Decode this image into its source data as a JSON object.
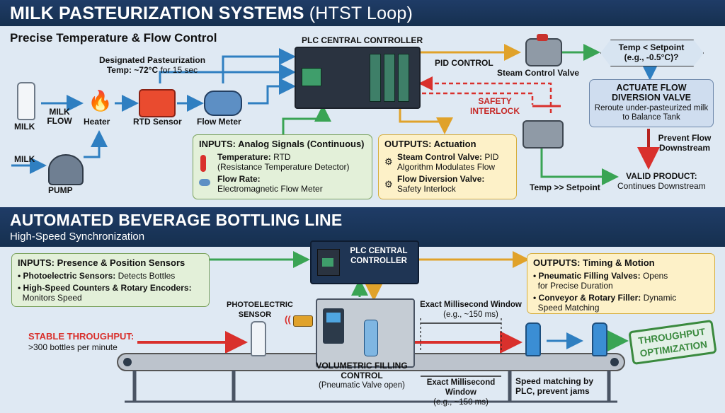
{
  "pasteurization": {
    "title": "MILK PASTEURIZATION SYSTEMS",
    "title_suffix": "(HTST Loop)",
    "subtitle": "Precise Temperature & Flow Control",
    "designated_label": "Designated Pasteurization",
    "designated_temp": "Temp: ~72°C",
    "designated_time": "for 15 sec",
    "milk_bottle_label": "MILK",
    "milk_flow_label": "MILK FLOW",
    "heater_label": "Heater",
    "rtd_label": "RTD Sensor",
    "flow_meter_label": "Flow Meter",
    "milk_in_label": "MILK",
    "pump_label": "PUMP",
    "plc_label": "PLC CENTRAL CONTROLLER",
    "pid_label": "PID CONTROL",
    "steam_valve_label": "Steam Control Valve",
    "safety_label": "SAFETY INTERLOCK",
    "decision_text": "Temp < Setpoint (e.g., -0.5°C)?",
    "actuate_title": "ACTUATE FLOW DIVERSION VALVE",
    "actuate_body": "Reroute under-pasteurized milk to Balance Tank",
    "prevent_label": "Prevent Flow Downstream",
    "valid_title": "VALID PRODUCT:",
    "valid_body": "Continues Downstream",
    "temp_setpoint_label": "Temp >> Setpoint",
    "inputs_box": {
      "title": "INPUTS: Analog Signals (Continuous)",
      "temp_key": "Temperature:",
      "temp_val": "RTD",
      "temp_sub": "(Resistance Temperature Detector)",
      "flow_key": "Flow Rate:",
      "flow_sub": "Electromagnetic Flow Meter"
    },
    "outputs_box": {
      "title": "OUTPUTS: Actuation",
      "steam_key": "Steam Control Valve:",
      "steam_val": "PID",
      "steam_sub": "Algorithm Modulates Flow",
      "div_key": "Flow Diversion Valve:",
      "div_sub": "Safety Interlock"
    }
  },
  "bottling": {
    "title": "AUTOMATED BEVERAGE BOTTLING LINE",
    "subtitle": "High-Speed Synchronization",
    "plc_label": "PLC CENTRAL CONTROLLER",
    "inputs_box": {
      "title": "INPUTS: Presence & Position Sensors",
      "item1_key": "• Photoelectric Sensors:",
      "item1_val": "Detects Bottles",
      "item2_key": "• High-Speed Counters & Rotary Encoders:",
      "item2_sub": "Monitors Speed"
    },
    "outputs_box": {
      "title": "OUTPUTS: Timing & Motion",
      "item1_key": "• Pneumatic Filling Valves:",
      "item1_val": "Opens",
      "item1_sub": "for Precise Duration",
      "item2_key": "• Conveyor & Rotary Filler:",
      "item2_val": "Dynamic",
      "item2_sub": "Speed Matching"
    },
    "photo_sensor_label": "PHOTOELECTRIC SENSOR",
    "throughput_title": "STABLE THROUGHPUT:",
    "throughput_body": ">300 bottles per minute",
    "window_top_label": "Exact Millisecond Window",
    "window_top_sub": "(e.g., ~150 ms)",
    "filling_title": "VOLUMETRIC FILLING CONTROL",
    "filling_sub": "(Pneumatic Valve open)",
    "window_bottom_label": "Exact Millisecond Window",
    "window_bottom_sub": "(e.g., ~150 ms)",
    "speed_label": "Speed matching by PLC, prevent jams",
    "stamp_text": "THROUGHPUT OPTIMIZATION"
  },
  "colors": {
    "header_bg": "#1f3c67",
    "page_bg": "#dfe9f3",
    "flow_blue": "#2f7fc1",
    "signal_green": "#3aa454",
    "output_yellow": "#e0a22a",
    "safety_red": "#d9302c"
  }
}
